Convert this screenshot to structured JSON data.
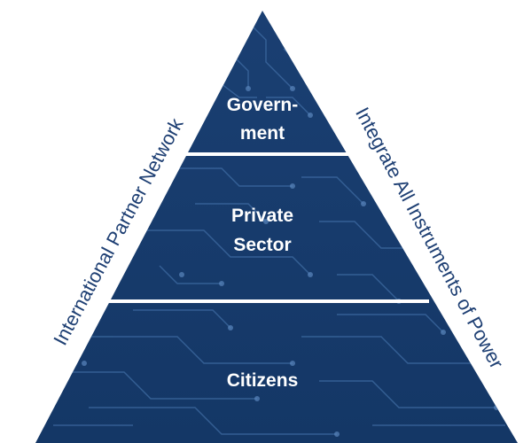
{
  "pyramid": {
    "tiers": [
      {
        "lines": [
          "Govern-",
          "ment"
        ]
      },
      {
        "lines": [
          "Private",
          "Sector"
        ]
      },
      {
        "lines": [
          "Citizens"
        ]
      }
    ],
    "left_side_label": "International Partner Network",
    "right_side_label": "Integrate All Instruments of Power",
    "colors": {
      "fill": "#1c4479",
      "fill_dark": "#133460",
      "divider": "#ffffff",
      "circuit": "#5a86bd",
      "side_text": "#1e3f73"
    }
  }
}
